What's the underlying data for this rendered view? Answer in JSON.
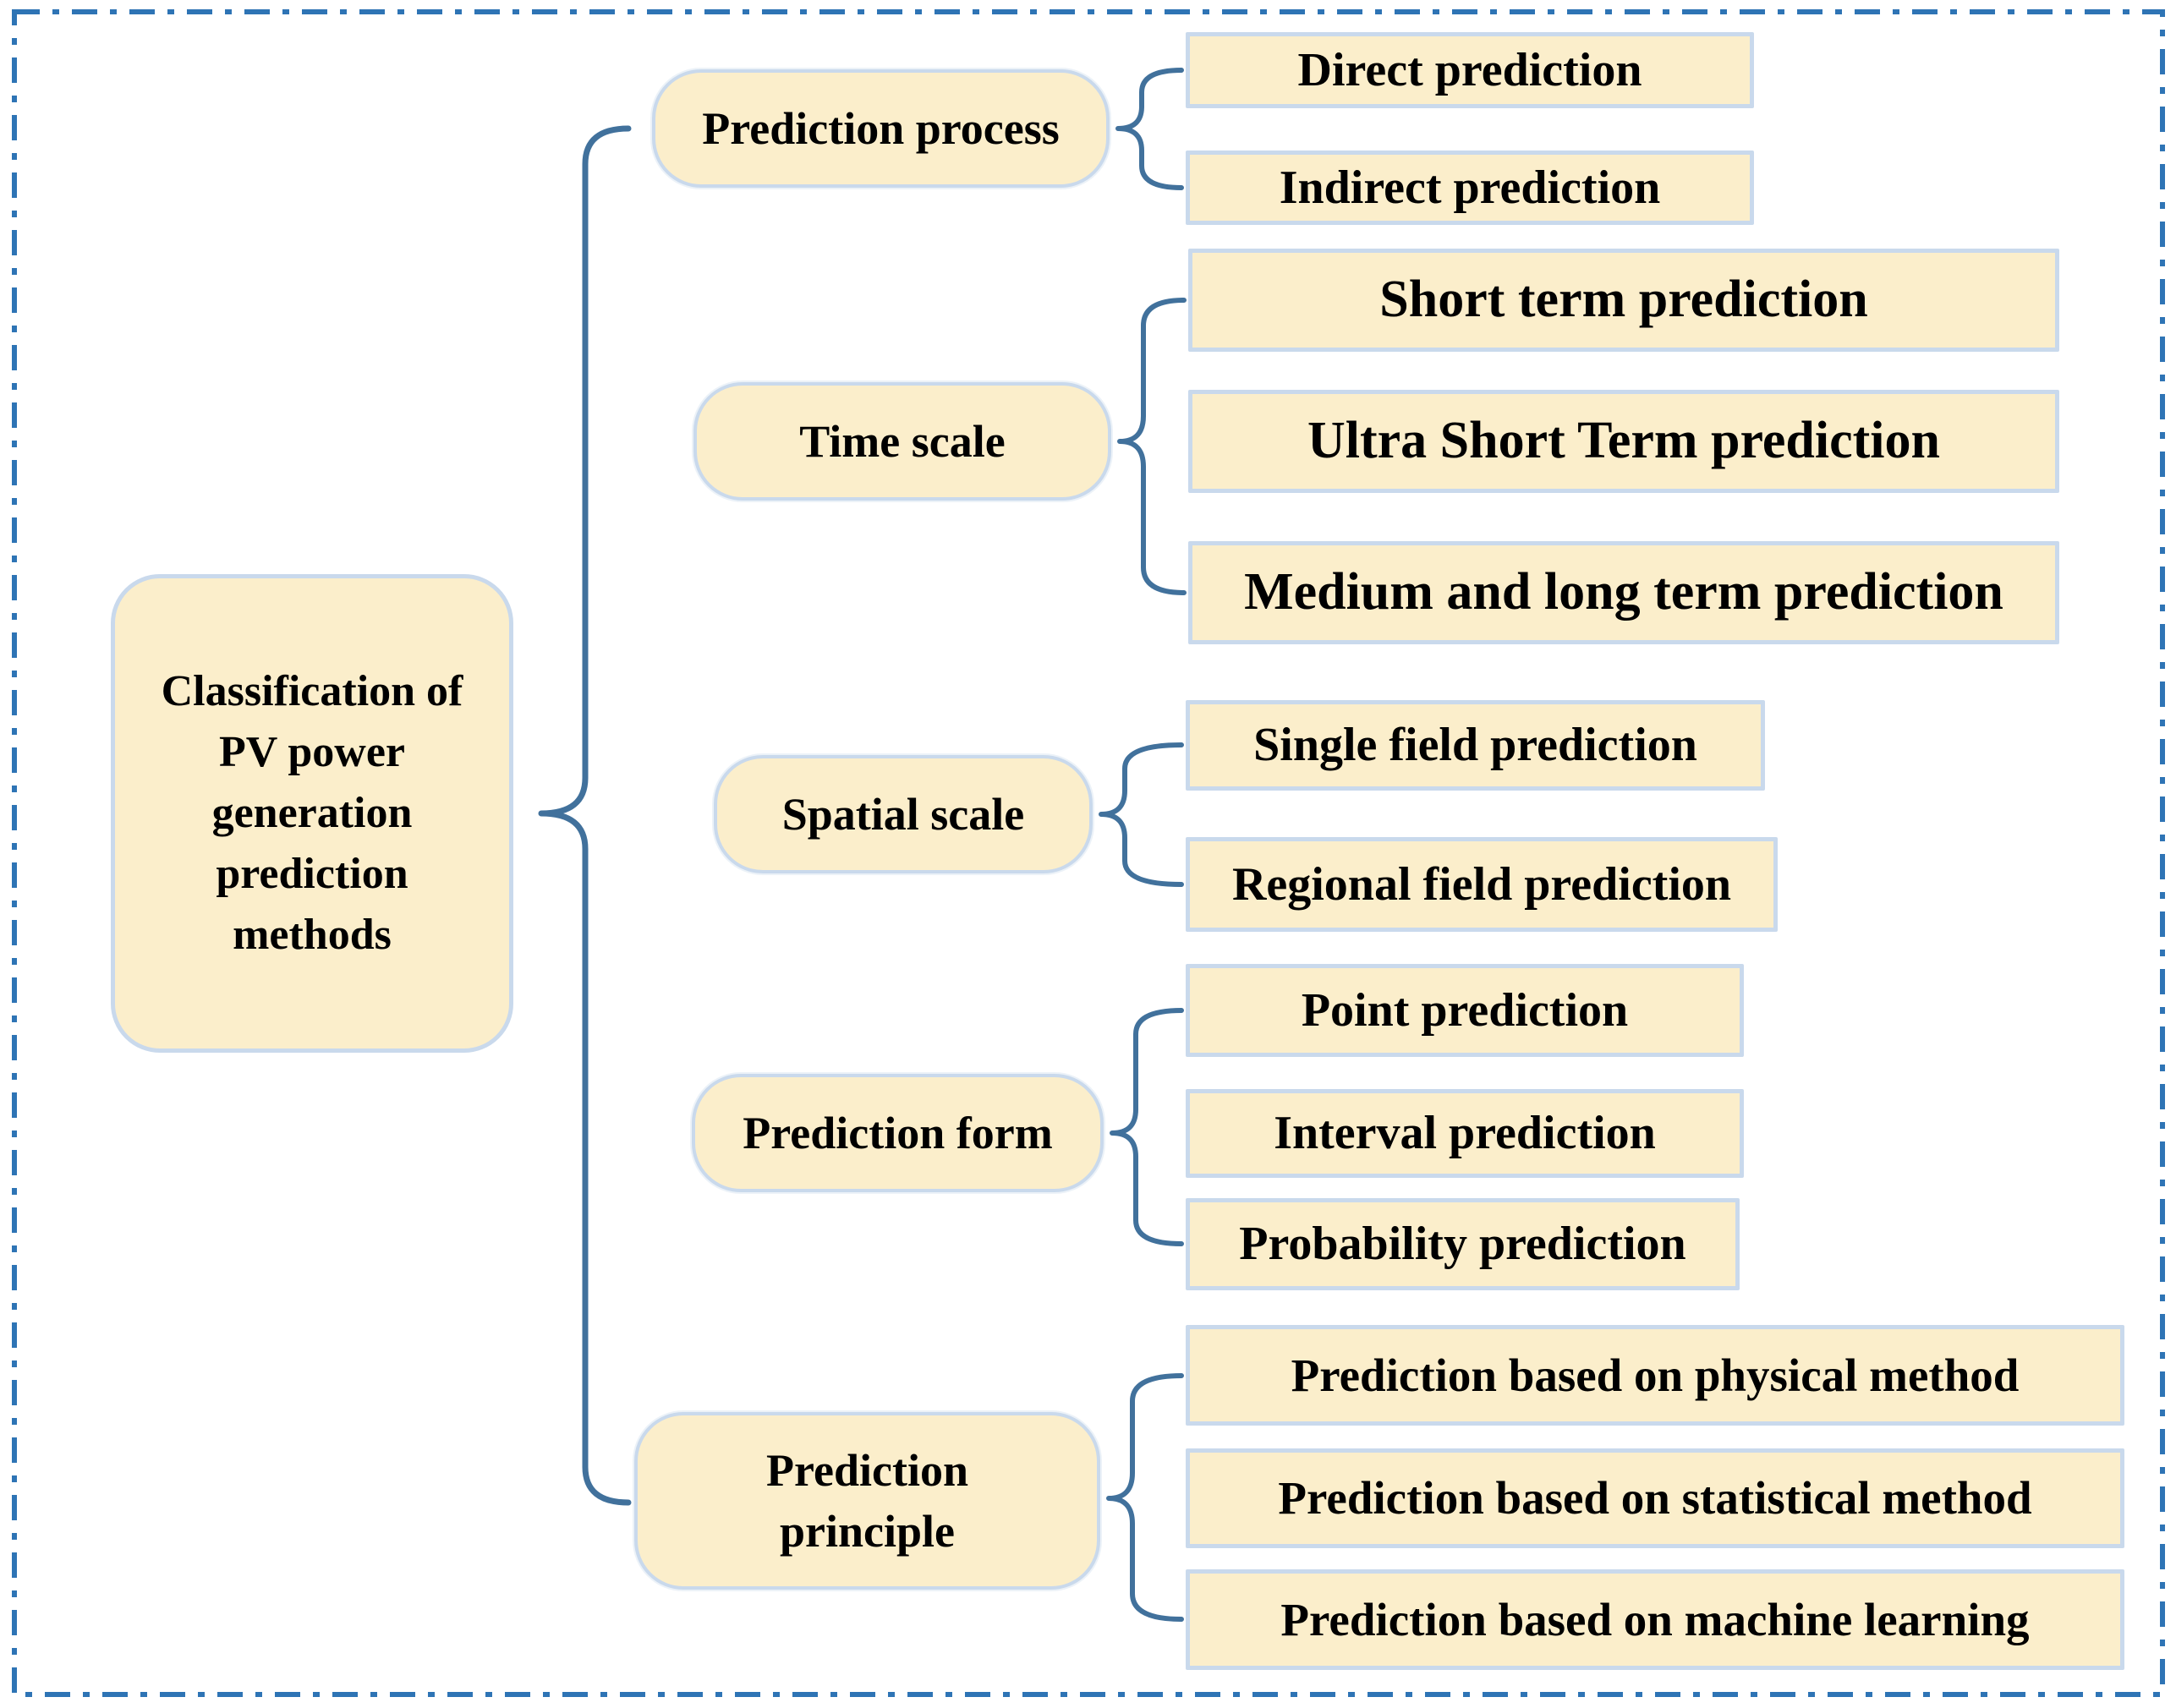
{
  "title": "Classification of PV power generation prediction methods",
  "root": {
    "label": "Classification of PV power generation prediction methods",
    "lines": [
      "Classification of",
      "PV power",
      "generation",
      "prediction",
      "methods"
    ]
  },
  "groups": [
    {
      "category": {
        "label": "Prediction process"
      },
      "children": [
        {
          "label": "Direct prediction"
        },
        {
          "label": "Indirect prediction"
        }
      ]
    },
    {
      "category": {
        "label": "Time scale"
      },
      "children": [
        {
          "label": "Short term prediction"
        },
        {
          "label": "Ultra Short Term prediction"
        },
        {
          "label": "Medium and long term prediction"
        }
      ]
    },
    {
      "category": {
        "label": "Spatial scale"
      },
      "children": [
        {
          "label": "Single field prediction"
        },
        {
          "label": "Regional field prediction"
        }
      ]
    },
    {
      "category": {
        "label": "Prediction form"
      },
      "children": [
        {
          "label": "Point prediction"
        },
        {
          "label": "Interval prediction"
        },
        {
          "label": "Probability prediction"
        }
      ]
    },
    {
      "category": {
        "label": "Prediction principle"
      },
      "children": [
        {
          "label": "Prediction based on physical method"
        },
        {
          "label": "Prediction based on statistical method"
        },
        {
          "label": "Prediction based on machine learning"
        }
      ]
    }
  ],
  "colors": {
    "box_fill": "#FBEECB",
    "box_border": "#C9D9EC",
    "brace": "#41719C",
    "outer_border": "#2E74B5",
    "text": "#000000",
    "background": "#FFFFFF"
  }
}
